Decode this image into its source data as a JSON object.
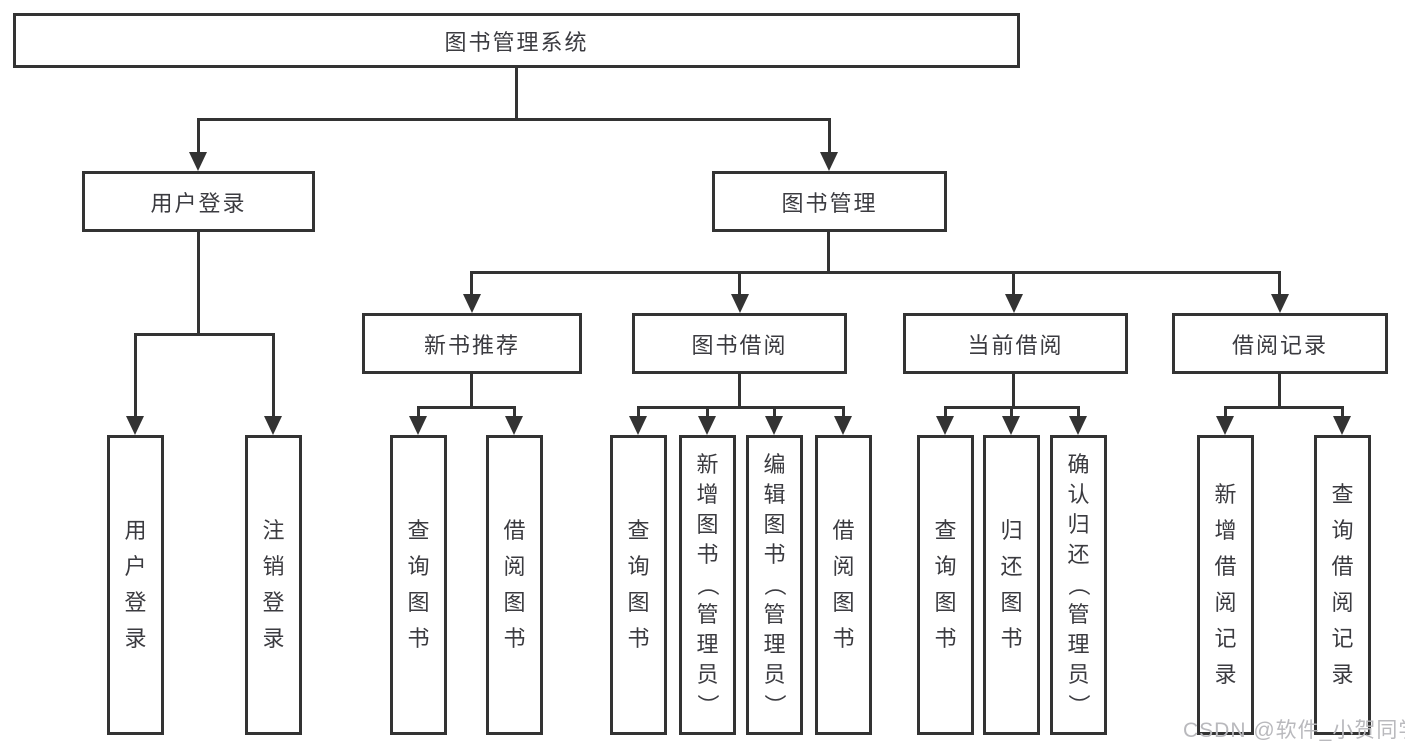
{
  "diagram": {
    "type": "hierarchy-tree",
    "tree": {
      "label": "图书管理系统",
      "children": [
        {
          "label": "用户登录",
          "children": [
            {
              "label": "用户登录"
            },
            {
              "label": "注销登录"
            }
          ]
        },
        {
          "label": "图书管理",
          "children": [
            {
              "label": "新书推荐",
              "children": [
                {
                  "label": "查询图书"
                },
                {
                  "label": "借阅图书"
                }
              ]
            },
            {
              "label": "图书借阅",
              "children": [
                {
                  "label": "查询图书"
                },
                {
                  "label": "新增图书（管理员）"
                },
                {
                  "label": "编辑图书（管理员）"
                },
                {
                  "label": "借阅图书"
                }
              ]
            },
            {
              "label": "当前借阅",
              "children": [
                {
                  "label": "查询图书"
                },
                {
                  "label": "归还图书"
                },
                {
                  "label": "确认归还（管理员）"
                }
              ]
            },
            {
              "label": "借阅记录",
              "children": [
                {
                  "label": "新增借阅记录"
                },
                {
                  "label": "查询借阅记录"
                }
              ]
            }
          ]
        }
      ]
    }
  },
  "watermark": {
    "text": "CSDN @软件_小贺同学"
  },
  "colors": {
    "line": "#333333",
    "text": "#3b3b40",
    "watermark": "#b9b9bd",
    "background": "#ffffff"
  }
}
